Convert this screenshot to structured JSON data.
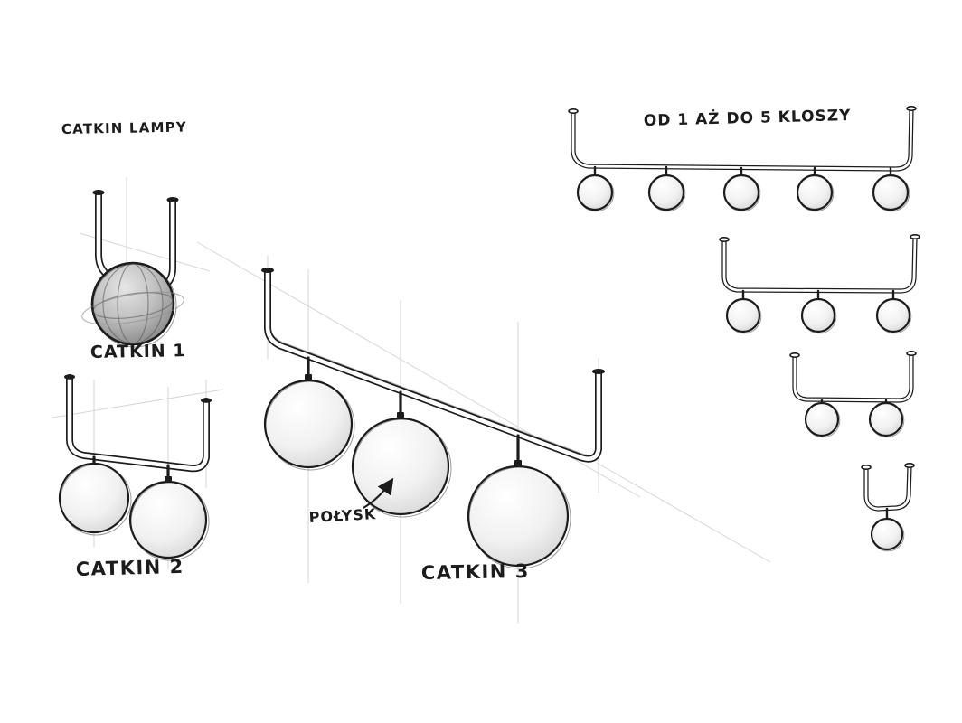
{
  "title": "CATKIN LAMPY",
  "lamps": [
    {
      "name": "catkin-1",
      "label": "CATKIN 1",
      "globes": 1
    },
    {
      "name": "catkin-2",
      "label": "CATKIN 2",
      "globes": 2
    },
    {
      "name": "catkin-3",
      "label": "CATKIN 3",
      "globes": 3
    }
  ],
  "annotations": {
    "gloss": "POŁYSK"
  },
  "variants": {
    "header": "OD 1 AŻ DO 5 KLOSZY",
    "items": [
      {
        "globes": 5
      },
      {
        "globes": 3
      },
      {
        "globes": 2
      },
      {
        "globes": 1
      }
    ]
  },
  "colors": {
    "background": "#ffffff",
    "ink": "#1c1c1c",
    "construction": "#d0d0d0",
    "globe_light": "#e9e9e9",
    "globe_dark": "#8f8f8f"
  }
}
